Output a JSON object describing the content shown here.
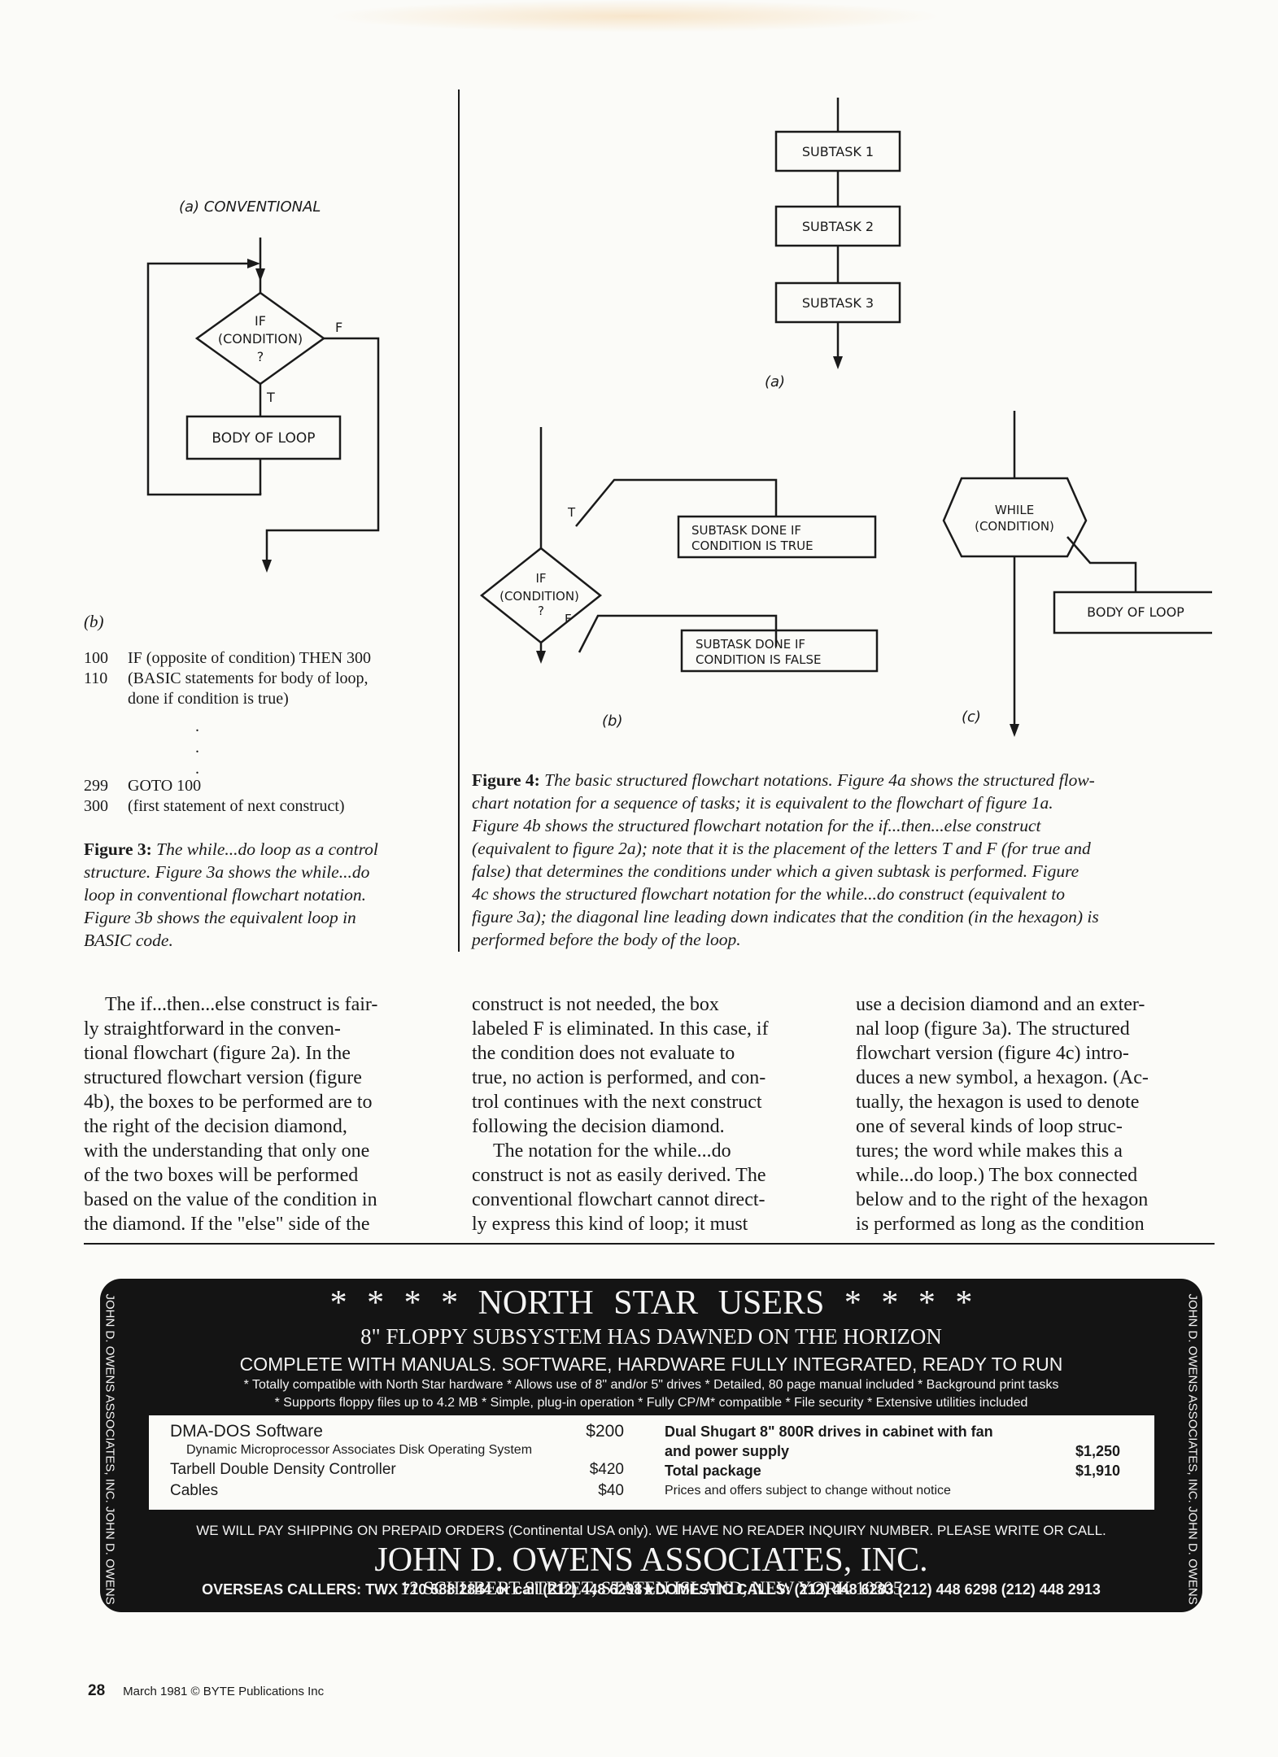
{
  "fig3": {
    "a_label": "(a) CONVENTIONAL",
    "if_label": "IF",
    "condition_label": "(CONDITION)",
    "q_label": "?",
    "f_label": "F",
    "t_label": "T",
    "body_label": "BODY OF LOOP",
    "b_label": "(b)",
    "code": [
      {
        "num": "100",
        "text": "IF (opposite of condition) THEN 300"
      },
      {
        "num": "110",
        "text": "(BASIC statements for body of loop,"
      },
      {
        "num": "",
        "text": "done if condition is true)"
      },
      {
        "num": "299",
        "text": "GOTO 100"
      },
      {
        "num": "300",
        "text": "(first statement of next construct)"
      }
    ],
    "caption_lead": "Figure 3:",
    "caption_lines": [
      "The while...do loop as a control",
      "structure. Figure 3a shows the while...do",
      "loop in conventional flowchart notation.",
      "Figure 3b shows the equivalent loop in",
      "BASIC code."
    ]
  },
  "fig4": {
    "subtask1": "SUBTASK 1",
    "subtask2": "SUBTASK 2",
    "subtask3": "SUBTASK 3",
    "a_label": "(a)",
    "b_label": "(b)",
    "c_label": "(c)",
    "if_label": "IF",
    "condition_label": "(CONDITION)",
    "q_label": "?",
    "t_label": "T",
    "f_label": "F",
    "done_true_1": "SUBTASK DONE IF",
    "done_true_2": "CONDITION IS TRUE",
    "done_false_1": "SUBTASK DONE IF",
    "done_false_2": "CONDITION IS FALSE",
    "while_label": "WHILE",
    "while_cond": "(CONDITION)",
    "body_label": "BODY OF LOOP",
    "caption_lead": "Figure 4:",
    "caption_lines": [
      "The basic structured flowchart notations. Figure 4a shows the structured flow-",
      "chart notation for a sequence of tasks; it is equivalent to the flowchart of figure 1a.",
      "Figure 4b shows the structured flowchart notation for the if...then...else construct",
      "(equivalent to figure 2a); note that it is the placement of the letters T and F (for true and",
      "false) that determines the conditions under which a given subtask is performed. Figure",
      "4c shows the structured flowchart notation for the while...do construct (equivalent to",
      "figure 3a); the diagonal line leading down indicates that the condition (in the hexagon) is",
      "performed before the body of the loop."
    ]
  },
  "body": {
    "col1": [
      "The if...then...else construct is fair-",
      "ly straightforward in the conven-",
      "tional flowchart (figure 2a). In the",
      "structured flowchart version (figure",
      "4b), the boxes to be performed are to",
      "the right of the decision diamond,",
      "with the understanding that only one",
      "of the two boxes will be performed",
      "based on the value of the condition in",
      "the diamond. If the \"else\" side of the"
    ],
    "col2": [
      "construct is not needed, the box",
      "labeled F is eliminated. In this case, if",
      "the condition does not evaluate to",
      "true, no action is performed, and con-",
      "trol continues with the next construct",
      "following the decision diamond.",
      "The notation for the while...do",
      "construct is not as easily derived. The",
      "conventional flowchart cannot direct-",
      "ly express this kind of loop; it must"
    ],
    "col3": [
      "use a decision diamond and an exter-",
      "nal loop (figure 3a). The structured",
      "flowchart version (figure 4c) intro-",
      "duces a new symbol, a hexagon. (Ac-",
      "tually, the hexagon is used to denote",
      "one of several kinds of loop struc-",
      "tures; the word while makes this a",
      "while...do loop.) The box connected",
      "below and to the right of the hexagon",
      "is performed as long as the condition"
    ]
  },
  "ad": {
    "headline": "* * * * NORTH STAR USERS * * * *",
    "subhead": "8\" FLOPPY SUBSYSTEM HAS DAWNED ON THE HORIZON",
    "complete": "COMPLETE WITH MANUALS. SOFTWARE, HARDWARE FULLY INTEGRATED, READY TO RUN",
    "features1": "* Totally compatible with North Star hardware  * Allows use of 8\" and/or 5\" drives  * Detailed, 80 page manual included  * Background print tasks",
    "features2": "* Supports floppy files up to 4.2 MB  * Simple, plug-in operation  * Fully CP/M* compatible  * File security  * Extensive utilities included",
    "prices_left": [
      {
        "item": "DMA-DOS Software",
        "price": "$200"
      },
      {
        "item": "Dynamic Microprocessor Associates Disk Operating System",
        "price": ""
      },
      {
        "item": "Tarbell Double Density Controller",
        "price": "$420"
      },
      {
        "item": "Cables",
        "price": "$40"
      }
    ],
    "prices_right": [
      {
        "item": "Dual Shugart 8\" 800R drives in cabinet with fan",
        "price": ""
      },
      {
        "item": "and power supply",
        "price": "$1,250"
      },
      {
        "item": "Total package",
        "price": "$1,910"
      },
      {
        "item": "Prices and offers subject to change without notice",
        "price": ""
      }
    ],
    "shipping": "WE WILL PAY SHIPPING ON PREPAID ORDERS (Continental USA only). WE HAVE NO READER INQUIRY NUMBER. PLEASE WRITE OR CALL.",
    "company": "JOHN D. OWENS ASSOCIATES, INC.",
    "address": "12 SCHUBERT STREET, STATEN ISLAND, NEW YORK 10305",
    "phones": "OVERSEAS CALLERS: TWX 710 588 2844 or call (212) 448 6298★DOMESTIC CALLS: (212) 448 6283 (212) 448 6298 (212) 448 2913",
    "side_left": "JOHN D. OWENS ASSOCIATES, INC. JOHN D. OWENS",
    "side_right": "JOHN D. OWENS ASSOCIATES, INC. JOHN D. OWENS"
  },
  "footer": {
    "page_number": "28",
    "credit": "March 1981 © BYTE Publications Inc"
  }
}
